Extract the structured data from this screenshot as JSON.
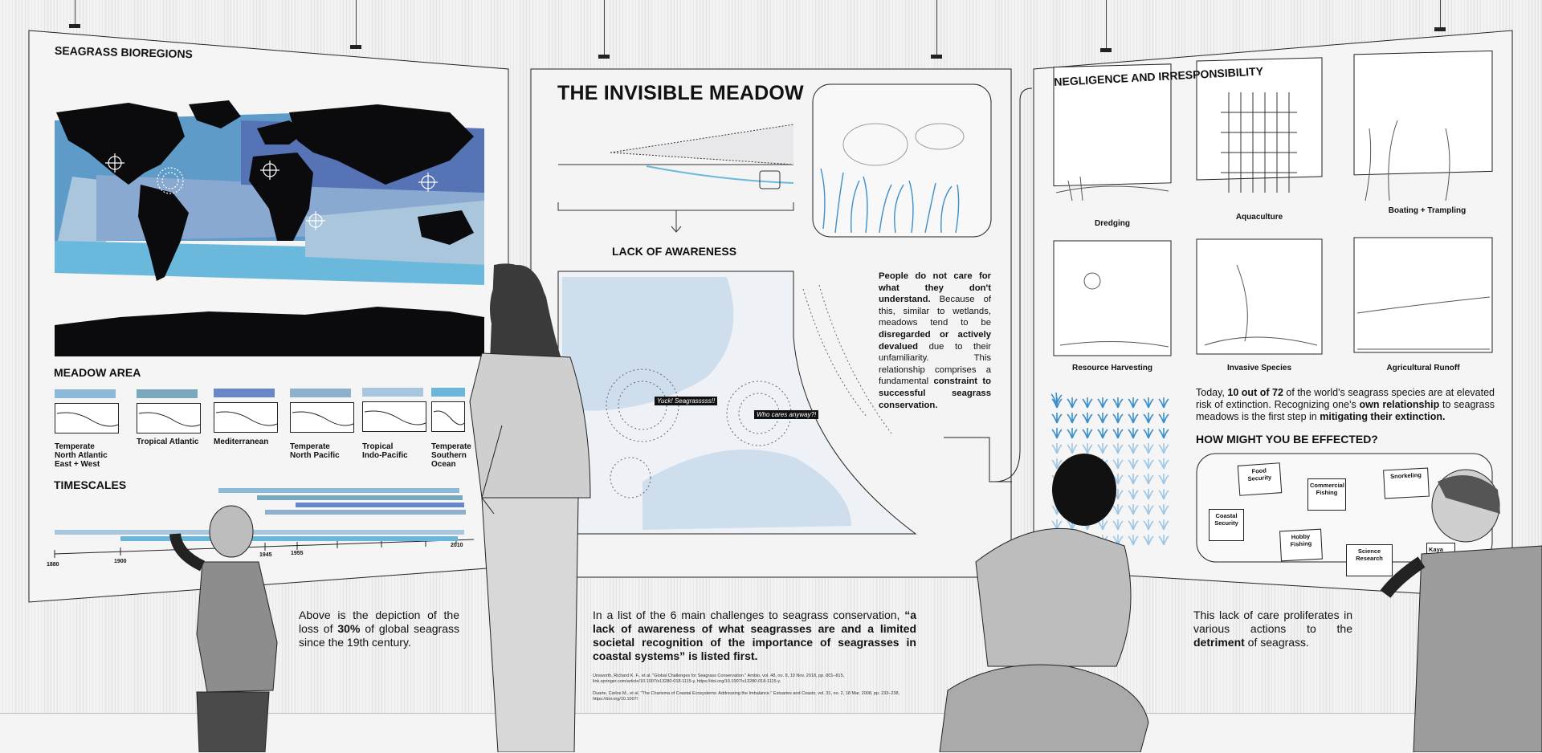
{
  "colors": {
    "ocean_light": "#a9c6dd",
    "ocean_mid": "#5f9bc9",
    "ocean_deep": "#5673b5",
    "land": "#0b0b0d",
    "accent": "#6ab8db"
  },
  "panel1": {
    "title": "SEAGRASS BIOREGIONS",
    "meadow_title": "MEADOW AREA",
    "timescales_title": "TIMESCALES",
    "regions": [
      {
        "line1": "Temperate",
        "line2": "North Atlantic",
        "line3": "East + West",
        "color": "#8cb9d8"
      },
      {
        "line1": "Tropical Atlantic",
        "line2": "",
        "line3": "",
        "color": "#7aa9bb"
      },
      {
        "line1": "Mediterranean",
        "line2": "",
        "line3": "",
        "color": "#6b86c6"
      },
      {
        "line1": "Temperate",
        "line2": "North Pacific",
        "line3": "",
        "color": "#8fb0cc"
      },
      {
        "line1": "Tropical",
        "line2": "Indo-Pacific",
        "line3": "",
        "color": "#a8c6dd"
      },
      {
        "line1": "Temperate",
        "line2": "Southern",
        "line3": "Ocean",
        "color": "#6bb7dc"
      }
    ],
    "years": [
      "1880",
      "1900",
      "1945",
      "1955",
      "2010"
    ]
  },
  "panel2": {
    "title": "THE INVISIBLE MEADOW",
    "subtitle": "LACK OF AWARENESS",
    "bubble1": "Yuck! Seagrasssss!!",
    "bubble2": "Who cares anyway?!",
    "desc_parts": [
      {
        "text": "People do not care for what they don't understand.",
        "bold": true
      },
      {
        "text": " Because of this, similar to wetlands, meadows tend to be ",
        "bold": false
      },
      {
        "text": "disregarded or actively devalued",
        "bold": true
      },
      {
        "text": " due to their unfamiliarity. This relationship comprises a fundamental ",
        "bold": false
      },
      {
        "text": "constraint to successful seagrass conservation.",
        "bold": true
      }
    ]
  },
  "panel3": {
    "title": "NEGLIGENCE AND IRRESPONSIBILITY",
    "threats": [
      "Dredging",
      "Aquaculture",
      "Boating + Trampling",
      "Resource Harvesting",
      "Invasive Species",
      "Agricultural Runoff"
    ],
    "stat_parts": [
      {
        "text": "Today, ",
        "bold": false
      },
      {
        "text": "10 out of 72",
        "bold": true
      },
      {
        "text": " of the world's seagrass species are at elevated risk of extinction. Recognizing one's ",
        "bold": false
      },
      {
        "text": "own relationship",
        "bold": true
      },
      {
        "text": " to seagrass meadows is the first step in ",
        "bold": false
      },
      {
        "text": "mitigating their extinction.",
        "bold": true
      }
    ],
    "effected_title": "HOW MIGHT YOU BE EFFECTED?",
    "notes": [
      "Food Security",
      "Commercial Fishing",
      "Snorkeling",
      "Coastal Security",
      "Hobby Fishing",
      "Science Research",
      "Kaya"
    ]
  },
  "captions": {
    "left_parts": [
      {
        "text": "Above is the depiction of the loss of ",
        "bold": false
      },
      {
        "text": "30%",
        "bold": true
      },
      {
        "text": " of global seagrass since the 19th century.",
        "bold": false
      }
    ],
    "middle_parts": [
      {
        "text": "In a list of the 6 main challenges to seagrass conservation, ",
        "bold": false
      },
      {
        "text": "“a lack of awareness of what seagrasses are and a limited societal recognition of the importance of seagrasses in coastal systems” is listed first.",
        "bold": true
      }
    ],
    "refs": [
      "Unsworth, Richard K. F., et al. \"Global Challenges for Seagrass Conservation.\" Ambio, vol. 48, no. 8, 19 Nov. 2018, pp. 801–815, link.springer.com/article/10.1007/s13280-018-1115-y, https://doi.org/10.1007/s13280-018-1115-y.",
      "Duarte, Carlos M., et al. \"The Charisma of Coastal Ecosystems: Addressing the Imbalance.\" Estuaries and Coasts, vol. 31, no. 2, 18 Mar. 2008, pp. 233–238, https://doi.org/10.1007/"
    ],
    "right_parts": [
      {
        "text": "This lack of care proliferates in various actions to the ",
        "bold": false
      },
      {
        "text": "detriment",
        "bold": true
      },
      {
        "text": " of seagrass.",
        "bold": false
      }
    ]
  }
}
